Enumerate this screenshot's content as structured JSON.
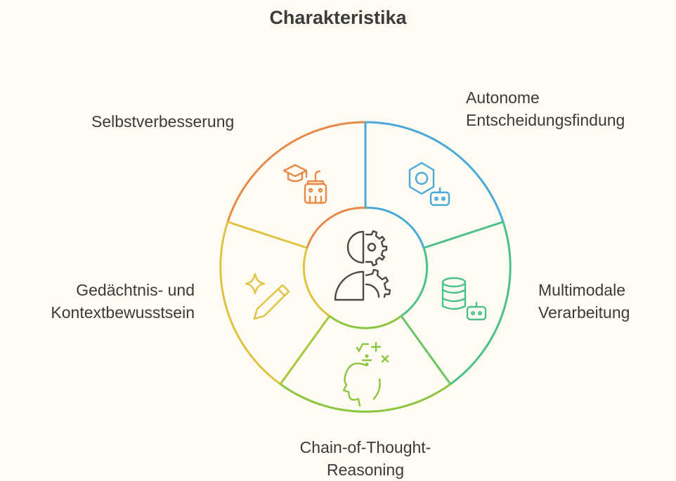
{
  "title": "Charakteristika",
  "segments": [
    {
      "id": "selbstverbesserung",
      "lines": [
        "Selbstverbesserung"
      ],
      "color": "#e8894a",
      "icon": "graduation-cap-robot-icon"
    },
    {
      "id": "autonome",
      "lines": [
        "Autonome",
        "Entscheidungsfindung"
      ],
      "color": "#4aa8d8",
      "icon": "hexagon-gear-robot-icon"
    },
    {
      "id": "multimodale",
      "lines": [
        "Multimodale",
        "Verarbeitung"
      ],
      "color": "#4cc08a",
      "icon": "database-robot-icon"
    },
    {
      "id": "chain",
      "lines": [
        "Chain-of-Thought-",
        "Reasoning"
      ],
      "color": "#8cc63f",
      "icon": "head-math-icon"
    },
    {
      "id": "gedaechtnis",
      "lines": [
        "Gedächtnis- und",
        "Kontextbewusstsein"
      ],
      "color": "#e0c341",
      "icon": "sparkle-pencil-icon"
    }
  ],
  "center_icon": "human-robot-head-icon"
}
